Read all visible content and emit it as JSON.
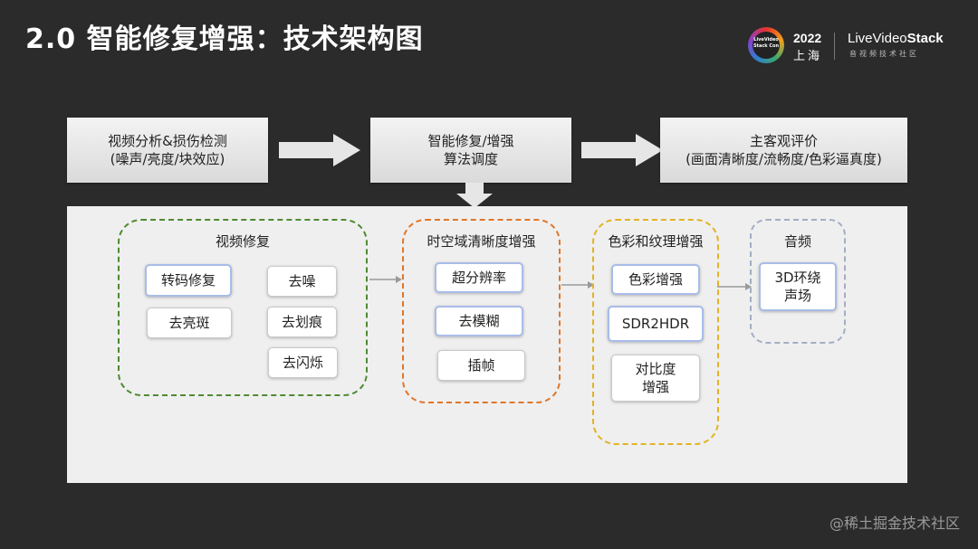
{
  "title": "2.0 智能修复增强：技术架构图",
  "logo": {
    "badge_text": "LiveVideo Stack Con",
    "year": "2022",
    "city": "上海",
    "brand_prefix": "Live",
    "brand_video": "Video",
    "brand_stack": "Stack",
    "brand_sub": "音视频技术社区"
  },
  "top_boxes": [
    {
      "line1": "视频分析&损伤检测",
      "line2": "(噪声/亮度/块效应)"
    },
    {
      "line1": "智能修复/增强",
      "line2": "算法调度"
    },
    {
      "line1": "主客观评价",
      "line2": "(画面清晰度/流畅度/色彩逼真度)"
    }
  ],
  "groups": {
    "video_repair": {
      "title": "视频修复",
      "color": "#4f8a32",
      "items": [
        "转码修复",
        "去亮斑",
        "去噪",
        "去划痕",
        "去闪烁"
      ]
    },
    "clarity": {
      "title": "时空域清晰度增强",
      "color": "#e0762a",
      "items": [
        "超分辨率",
        "去模糊",
        "插帧"
      ]
    },
    "color_texture": {
      "title": "色彩和纹理增强",
      "color": "#e3b226",
      "items": [
        "色彩增强",
        "SDR2HDR",
        "对比度",
        "增强"
      ]
    },
    "audio": {
      "title": "音频",
      "color": "#a3aec4",
      "items": [
        "3D环绕",
        "声场"
      ]
    }
  },
  "watermark": "@稀土掘金技术社区",
  "colors": {
    "background": "#2b2b2b",
    "panel": "#efefef",
    "highlight_border": "#a8bce8",
    "arrow": "#e6e6e6"
  }
}
